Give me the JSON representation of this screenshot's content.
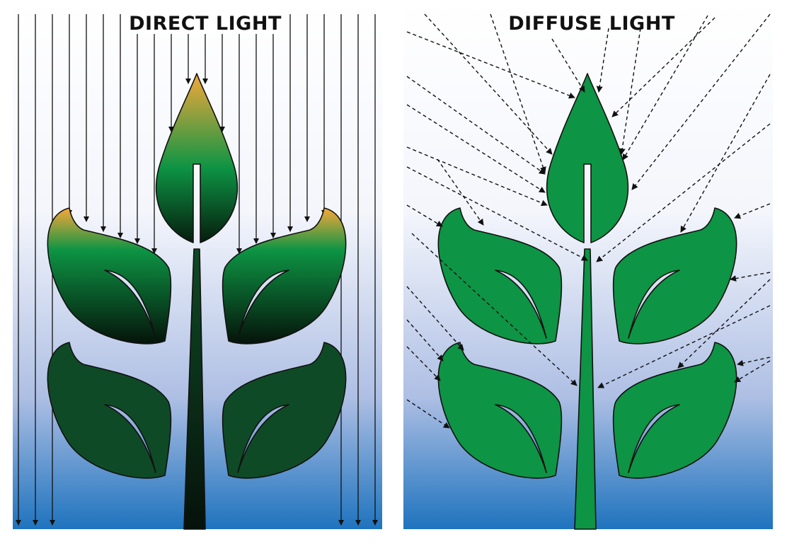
{
  "panels": [
    {
      "title": "DIRECT LIGHT",
      "plant_style": "shaded-gradient"
    },
    {
      "title": "DIFFUSE LIGHT",
      "plant_style": "flat-green"
    }
  ],
  "colors": {
    "sky_top": "#ffffff",
    "sky_bottom": "#1e73be",
    "sun_tint": "#f2a83a",
    "leaf_green": "#0d9444",
    "leaf_dark": "#0a2a16",
    "stroke": "#111111"
  }
}
